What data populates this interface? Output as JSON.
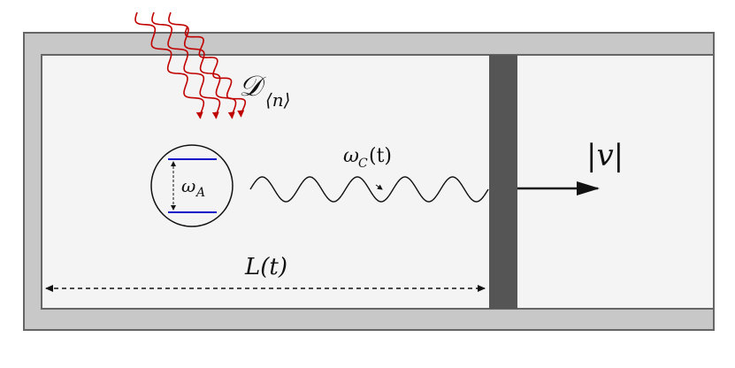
{
  "labels": {
    "dissipator_main": "𝒟",
    "dissipator_sub": "⟨n⟩",
    "atom_freq_main": "ω",
    "atom_freq_sub": "A",
    "cavity_freq_main": "ω",
    "cavity_freq_sub": "C",
    "cavity_freq_arg": "(t)",
    "length_label": "L(t)",
    "velocity_label": "|v|"
  },
  "colors": {
    "wall": "#c8c8c8",
    "wall_border": "#666666",
    "cavity_fill": "#f4f4f4",
    "mirror": "#555555",
    "radiation": "#c00000",
    "atom_levels": "#1010c8",
    "ink": "#111111"
  }
}
